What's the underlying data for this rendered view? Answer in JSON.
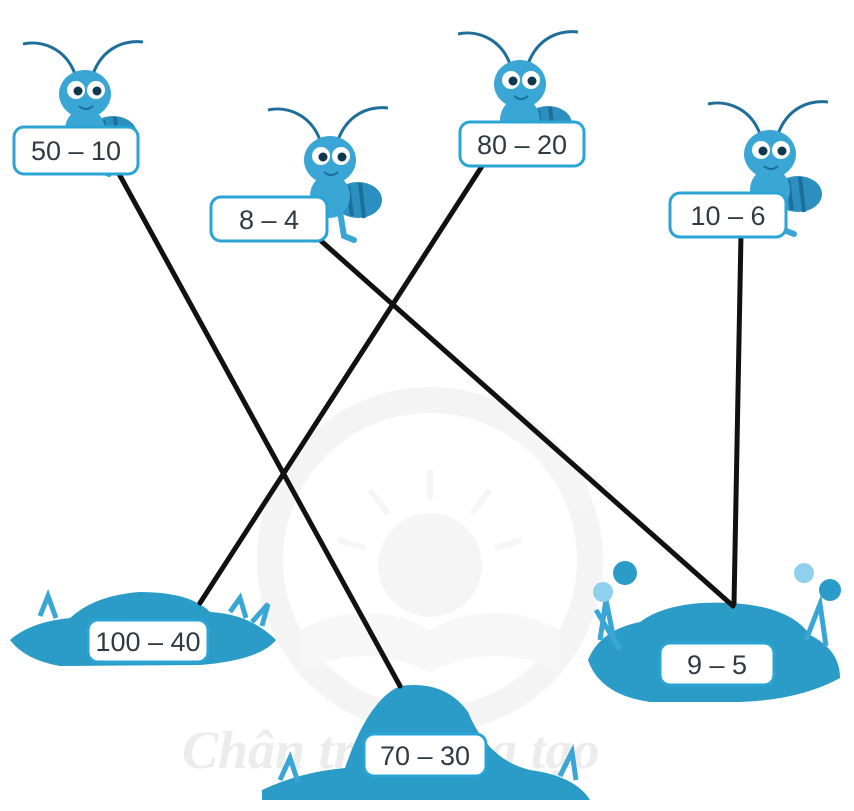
{
  "watermark": {
    "text": "Chân trời sáng tạo"
  },
  "ants": [
    {
      "id": "ant-1",
      "expression": "50 – 10"
    },
    {
      "id": "ant-2",
      "expression": "8 – 4"
    },
    {
      "id": "ant-3",
      "expression": "80 – 20"
    },
    {
      "id": "ant-4",
      "expression": "10 – 6"
    }
  ],
  "anthills": [
    {
      "id": "hill-1",
      "expression": "100 – 40"
    },
    {
      "id": "hill-2",
      "expression": "70 – 30"
    },
    {
      "id": "hill-3",
      "expression": "9 – 5"
    }
  ],
  "connections": [
    {
      "from": "50 – 10",
      "to": "70 – 30"
    },
    {
      "from": "8 – 4",
      "to": "9 – 5"
    },
    {
      "from": "80 – 20",
      "to": "100 – 40"
    },
    {
      "from": "10 – 6",
      "to": "9 – 5"
    }
  ],
  "colors": {
    "ant_blue": "#3aa6d6",
    "ant_dark": "#1d6f99",
    "hill_blue": "#2b9cc8",
    "label_border": "#2aa3d5",
    "line": "#111111"
  }
}
